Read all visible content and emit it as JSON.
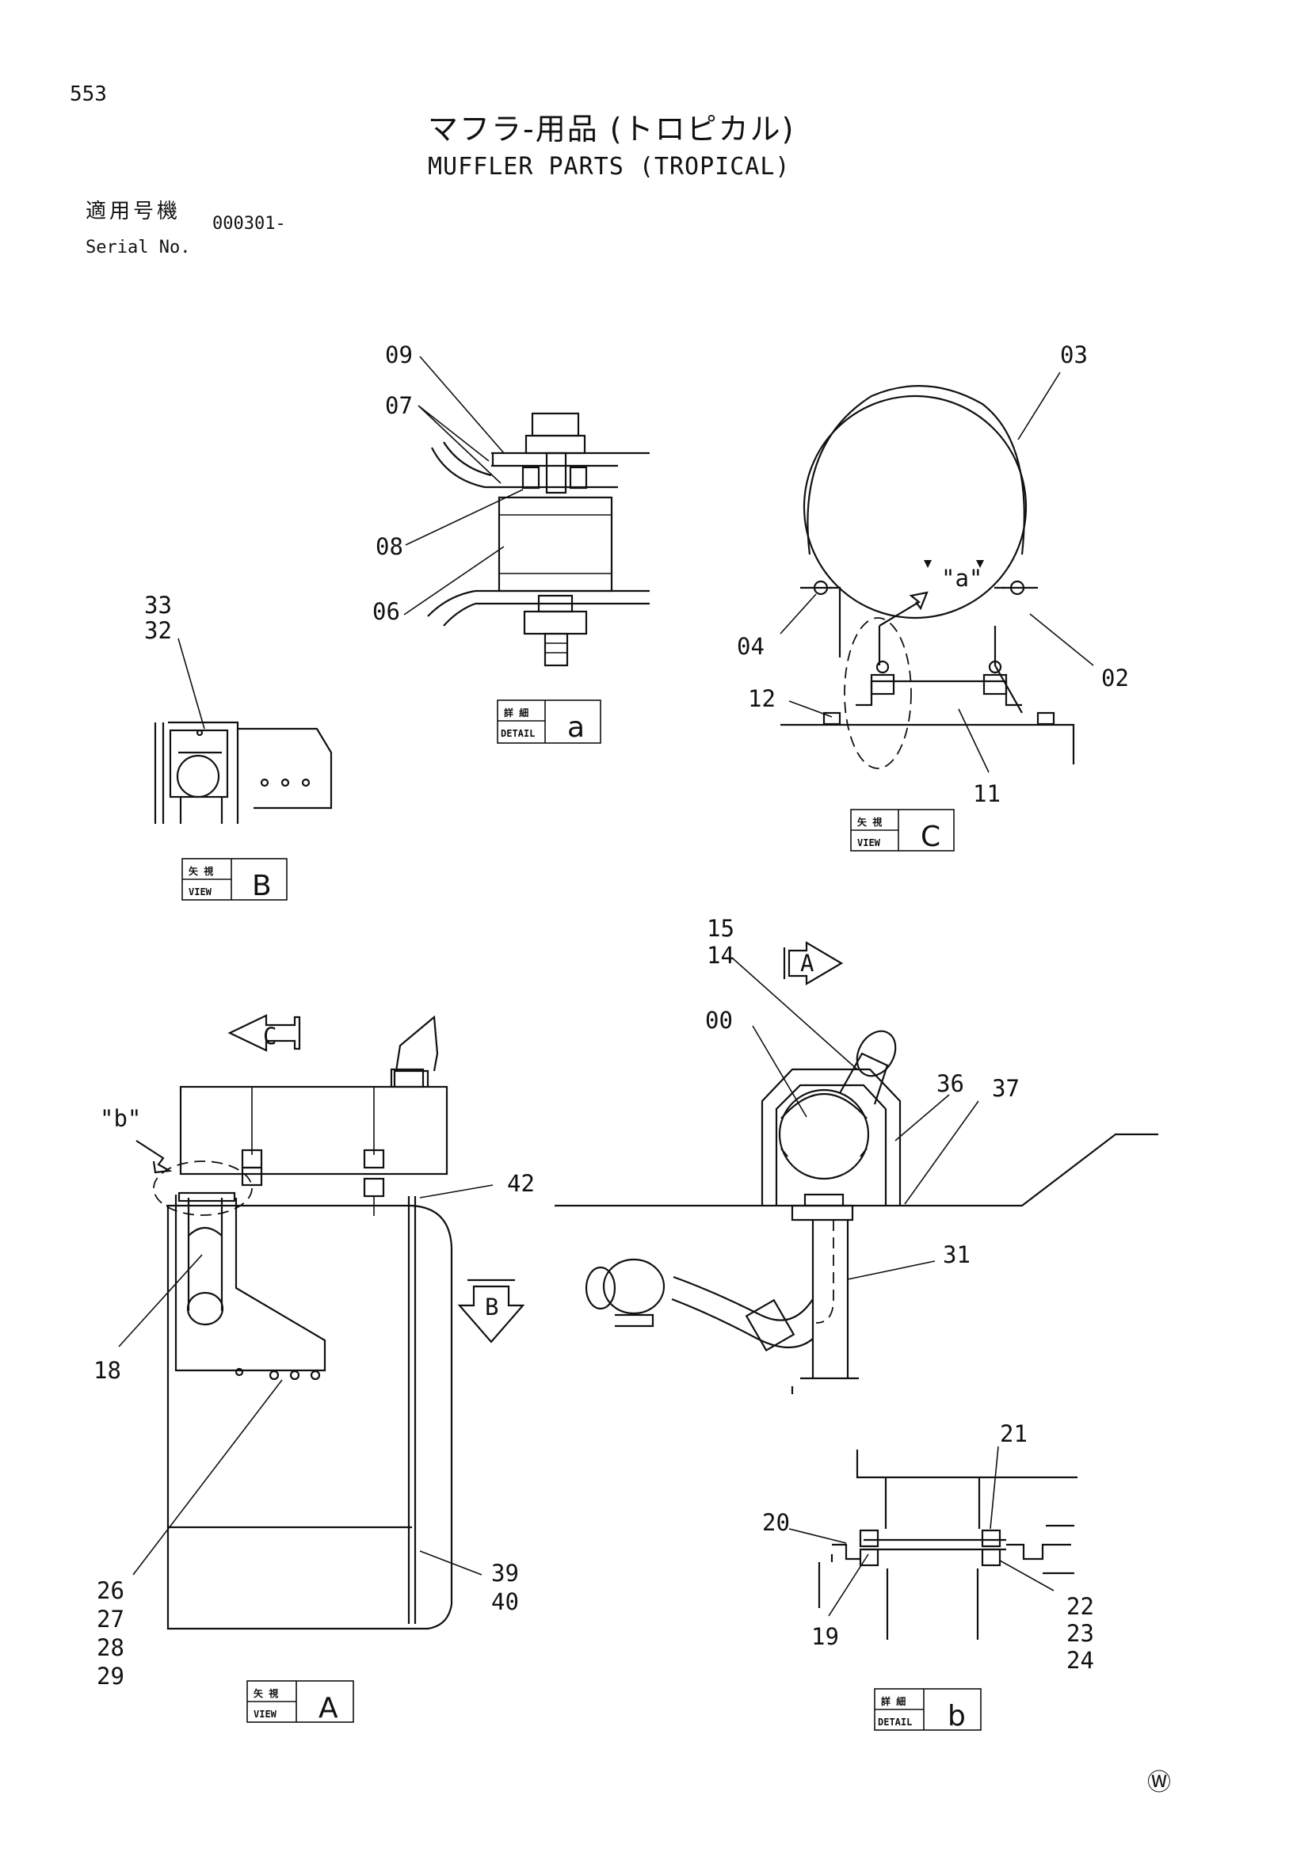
{
  "page_number": "553",
  "title_jp": "マフラ-用品 (トロピカル)",
  "title_en": "MUFFLER PARTS (TROPICAL)",
  "serial": {
    "label_jp": "適用号機",
    "label_en": "Serial No.",
    "value": "000301-"
  },
  "views": {
    "detail_a": {
      "label_jp": "詳 細",
      "label_en": "DETAIL",
      "letter": "a"
    },
    "view_c": {
      "label_jp": "矢 視",
      "label_en": "VIEW",
      "letter": "C"
    },
    "view_b": {
      "label_jp": "矢 視",
      "label_en": "VIEW",
      "letter": "B"
    },
    "view_a": {
      "label_jp": "矢 視",
      "label_en": "VIEW",
      "letter": "A"
    },
    "detail_b": {
      "label_jp": "詳 細",
      "label_en": "DETAIL",
      "letter": "b"
    }
  },
  "arrows": {
    "a": "A",
    "b": "B",
    "c": "C"
  },
  "marks": {
    "a": "\"a\"",
    "b": "\"b\""
  },
  "callouts": {
    "c09": "09",
    "c07": "07",
    "c08": "08",
    "c06": "06",
    "c03": "03",
    "c04": "04",
    "c02": "02",
    "c12": "12",
    "c11": "11",
    "c33": "33",
    "c32": "32",
    "c15": "15",
    "c14": "14",
    "c00": "00",
    "c36": "36",
    "c37": "37",
    "c31": "31",
    "c42": "42",
    "c18": "18",
    "c26": "26",
    "c27": "27",
    "c28": "28",
    "c29": "29",
    "c39": "39",
    "c40": "40",
    "c21": "21",
    "c20": "20",
    "c19": "19",
    "c22": "22",
    "c23": "23",
    "c24": "24"
  },
  "footer_mark": "Ⓦ"
}
